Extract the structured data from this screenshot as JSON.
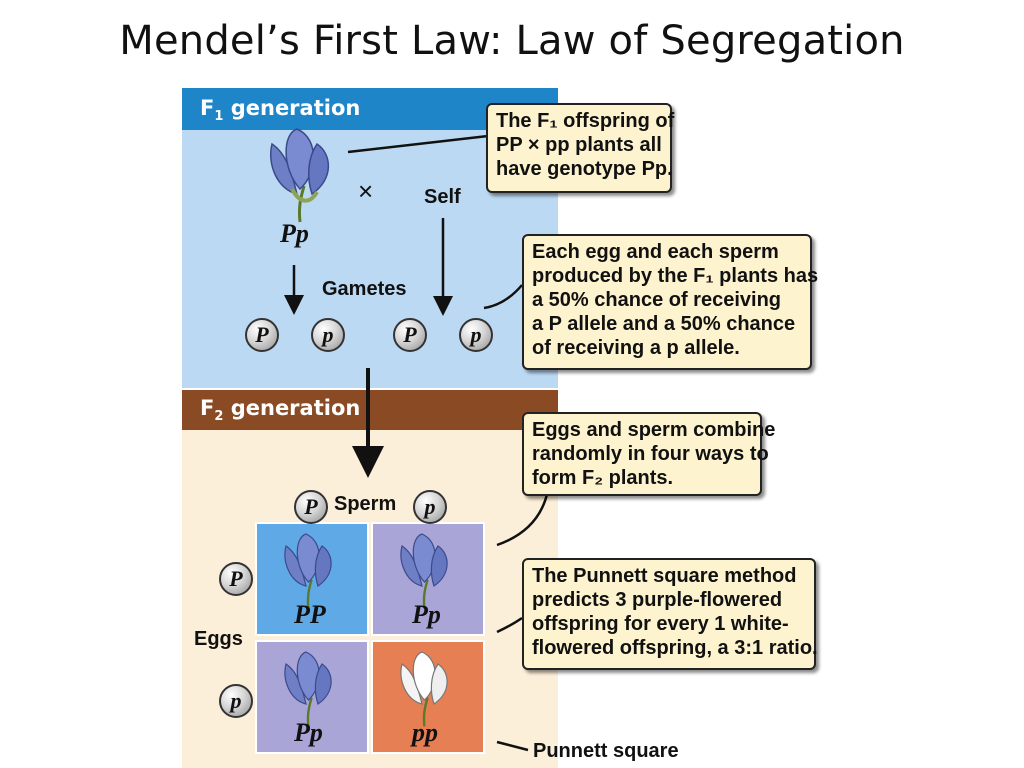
{
  "title": "Mendel’s First Law: Law of Segregation",
  "f1": {
    "label_prefix": "F",
    "label_sub": "1",
    "label_suffix": " generation"
  },
  "f2": {
    "label_prefix": "F",
    "label_sub": "2",
    "label_suffix": " generation"
  },
  "f1_plant_genotype": "Pp",
  "cross_symbol": "×",
  "self_label": "Self",
  "gametes_label": "Gametes",
  "gametes": [
    "P",
    "p",
    "P",
    "p"
  ],
  "sperm_label": "Sperm",
  "sperm": [
    "P",
    "p"
  ],
  "eggs_label": "Eggs",
  "eggs": [
    "P",
    "p"
  ],
  "punnett": {
    "cells": [
      {
        "genotype": "PP",
        "color": "#5fa9e6",
        "flower": "purple"
      },
      {
        "genotype": "Pp",
        "color": "#a9a5d6",
        "flower": "purple"
      },
      {
        "genotype": "Pp",
        "color": "#a9a5d6",
        "flower": "purple"
      },
      {
        "genotype": "pp",
        "color": "#e77f55",
        "flower": "white"
      }
    ],
    "label": "Punnett square"
  },
  "callouts": {
    "c1": [
      "The F₁ offspring of",
      "PP × pp plants all",
      "have genotype Pp."
    ],
    "c2": [
      "Each egg and each sperm",
      "produced by the F₁ plants has",
      "a 50% chance of receiving",
      "a P allele and a 50% chance",
      "of receiving a p allele."
    ],
    "c3": [
      "Eggs and sperm combine",
      "randomly in four ways to",
      "form F₂ plants."
    ],
    "c4": [
      "The Punnett square method",
      "predicts 3 purple-flowered",
      "offspring for every 1 white-",
      "flowered offspring, a 3:1 ratio."
    ]
  },
  "colors": {
    "f1_bar": "#1f85c9",
    "f1_bg": "#bcd9f3",
    "f2_bar": "#8a4a24",
    "f2_bg": "#fcefd9",
    "callout_bg": "#fdf3cf"
  }
}
